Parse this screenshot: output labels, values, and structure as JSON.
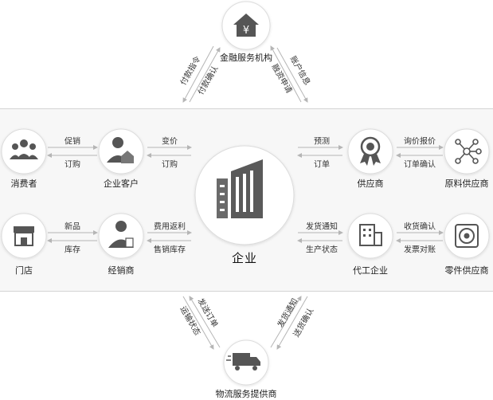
{
  "nodes": {
    "finance": "金融服务机构",
    "consumer": "消费者",
    "enterprise_customer": "企业客户",
    "supplier": "供应商",
    "raw_supplier": "原料供应商",
    "store": "门店",
    "distributor": "经销商",
    "oem": "代工企业",
    "parts_supplier": "零件供应商",
    "logistics": "物流服务提供商",
    "center": "企业"
  },
  "edges": {
    "finance_left_top": "付款指令",
    "finance_left_bottom": "付款确认",
    "finance_right_top": "融资申请",
    "finance_right_bottom": "账户信息",
    "consumer_top": "促销",
    "consumer_bottom": "订购",
    "customer_top": "变价",
    "customer_bottom": "订购",
    "supplier_top": "预测",
    "supplier_bottom": "订单",
    "raw_top": "询价报价",
    "raw_bottom": "订单确认",
    "store_top": "新品",
    "store_bottom": "库存",
    "distributor_top": "费用返利",
    "distributor_bottom": "售销库存",
    "oem_top": "发货通知",
    "oem_bottom": "生产状态",
    "parts_top": "收货确认",
    "parts_bottom": "发票对账",
    "logistics_left_top": "发送订单",
    "logistics_left_bottom": "运输状态",
    "logistics_right_top": "发货通知",
    "logistics_right_bottom": "送货确认"
  },
  "colors": {
    "icon": "#555555",
    "circle": "#ffffff",
    "circle_border": "#dddddd",
    "band": "#f7f7f7",
    "arrow": "#b5b5b5"
  }
}
